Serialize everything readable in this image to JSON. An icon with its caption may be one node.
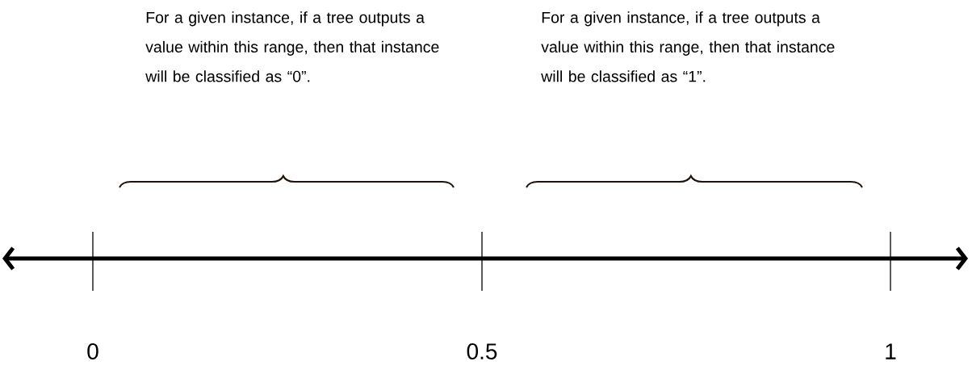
{
  "diagram": {
    "labels": [
      "For a given instance, if a tree outputs a value within this range, then that instance will be classified as “0”.",
      "For a given instance, if a tree outputs a value within this range, then that instance will be classified as “1”.",
      "0",
      "0.5",
      "1"
    ]
  }
}
